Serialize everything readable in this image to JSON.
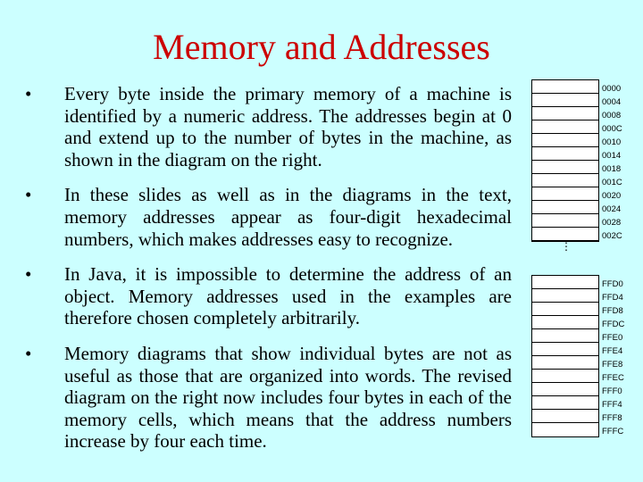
{
  "slide": {
    "title": "Memory and Addresses",
    "bullets": [
      "Every byte inside the primary memory of a machine is identified by a numeric address.  The addresses begin at 0 and extend up to the number of bytes in the machine, as shown in the diagram on the right.",
      "In these slides as well as in the diagrams in the text, memory addresses appear as four-digit hexadecimal numbers, which makes addresses easy to recognize.",
      "In Java, it is impossible to determine the address of an object.  Memory addresses used in the examples are therefore chosen completely arbitrarily.",
      "Memory diagrams that show individual bytes are not as useful as those that are organized into words.  The revised diagram on the right now includes four bytes in each of the memory cells, which means that the address numbers increase by four each time."
    ]
  },
  "memory_diagram": {
    "top_addresses": [
      "0000",
      "0004",
      "0008",
      "000C",
      "0010",
      "0014",
      "0018",
      "001C",
      "0020",
      "0024",
      "0028",
      "002C"
    ],
    "bottom_addresses": [
      "FFD0",
      "FFD4",
      "FFD8",
      "FFDC",
      "FFE0",
      "FFE4",
      "FFE8",
      "FFEC",
      "FFF0",
      "FFF4",
      "FFF8",
      "FFFC"
    ],
    "gap_marker": "⋮"
  }
}
